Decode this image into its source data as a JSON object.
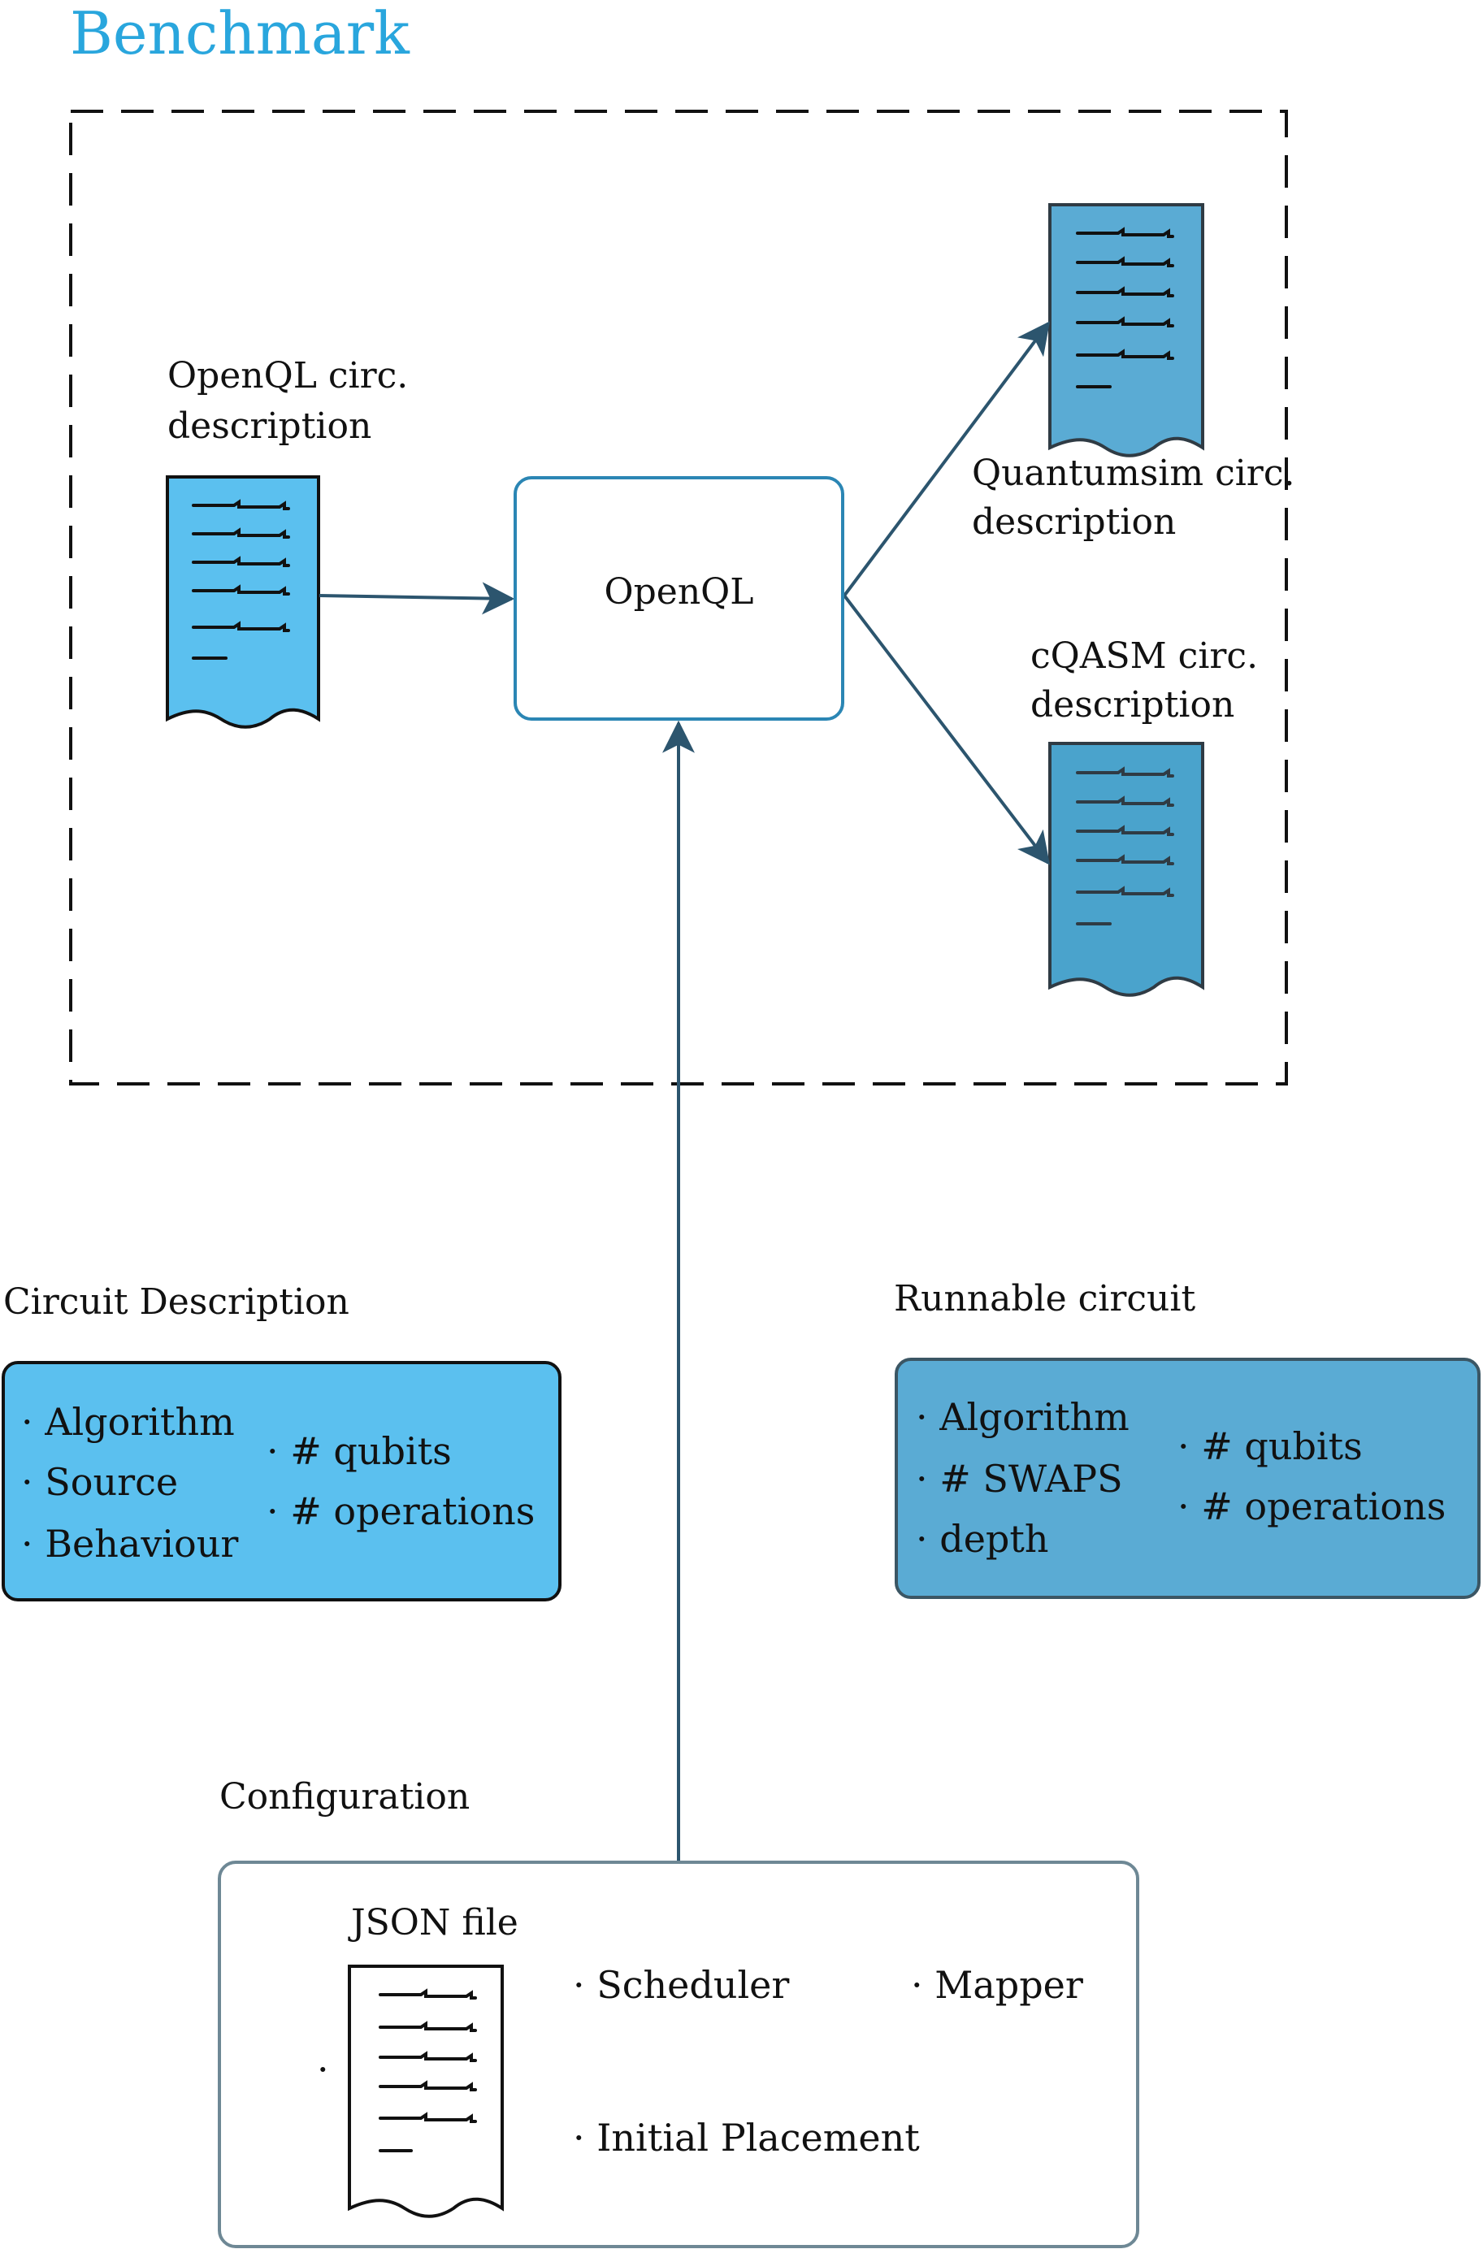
{
  "title": "Benchmark",
  "openql_input": {
    "label_line1": "OpenQL circ.",
    "label_line2": "description"
  },
  "openql_box": {
    "label": "OpenQL"
  },
  "quantumsim_output": {
    "label_line1": "Quantumsim circ.",
    "label_line2": "description"
  },
  "cqasm_output": {
    "label_line1": "cQASM circ.",
    "label_line2": "description"
  },
  "circuit_description": {
    "heading": "Circuit Description",
    "left_items": [
      "· Algorithm",
      "· Source",
      "· Behaviour"
    ],
    "right_items": [
      "· # qubits",
      "· # operations"
    ]
  },
  "runnable_circuit": {
    "heading": "Runnable circuit",
    "left_items": [
      "· Algorithm",
      "· # SWAPS",
      "· depth"
    ],
    "right_items": [
      "· # qubits",
      "· # operations"
    ]
  },
  "configuration": {
    "heading": "Configuration",
    "file_label": "JSON file",
    "dot": "·",
    "scheduler": "· Scheduler",
    "mapper": "· Mapper",
    "initial_placement": "· Initial Placement"
  },
  "colors": {
    "title": "#29a6dd",
    "light_doc": "#5bc0ef",
    "mid_doc": "#5aabd4",
    "dark_doc": "#4aa3cc",
    "arrow": "#2c556e",
    "openql_border": "#2b86b4",
    "config_border": "#6e8895"
  }
}
